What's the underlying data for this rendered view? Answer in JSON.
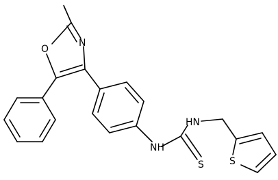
{
  "molecule": {
    "atoms": {
      "oxazole_o": "O",
      "oxazole_n": "N",
      "thiourea_nh_left": "NH",
      "thiourea_nh_right": "HN",
      "thione_s": "S",
      "thiophene_s": "S"
    }
  }
}
